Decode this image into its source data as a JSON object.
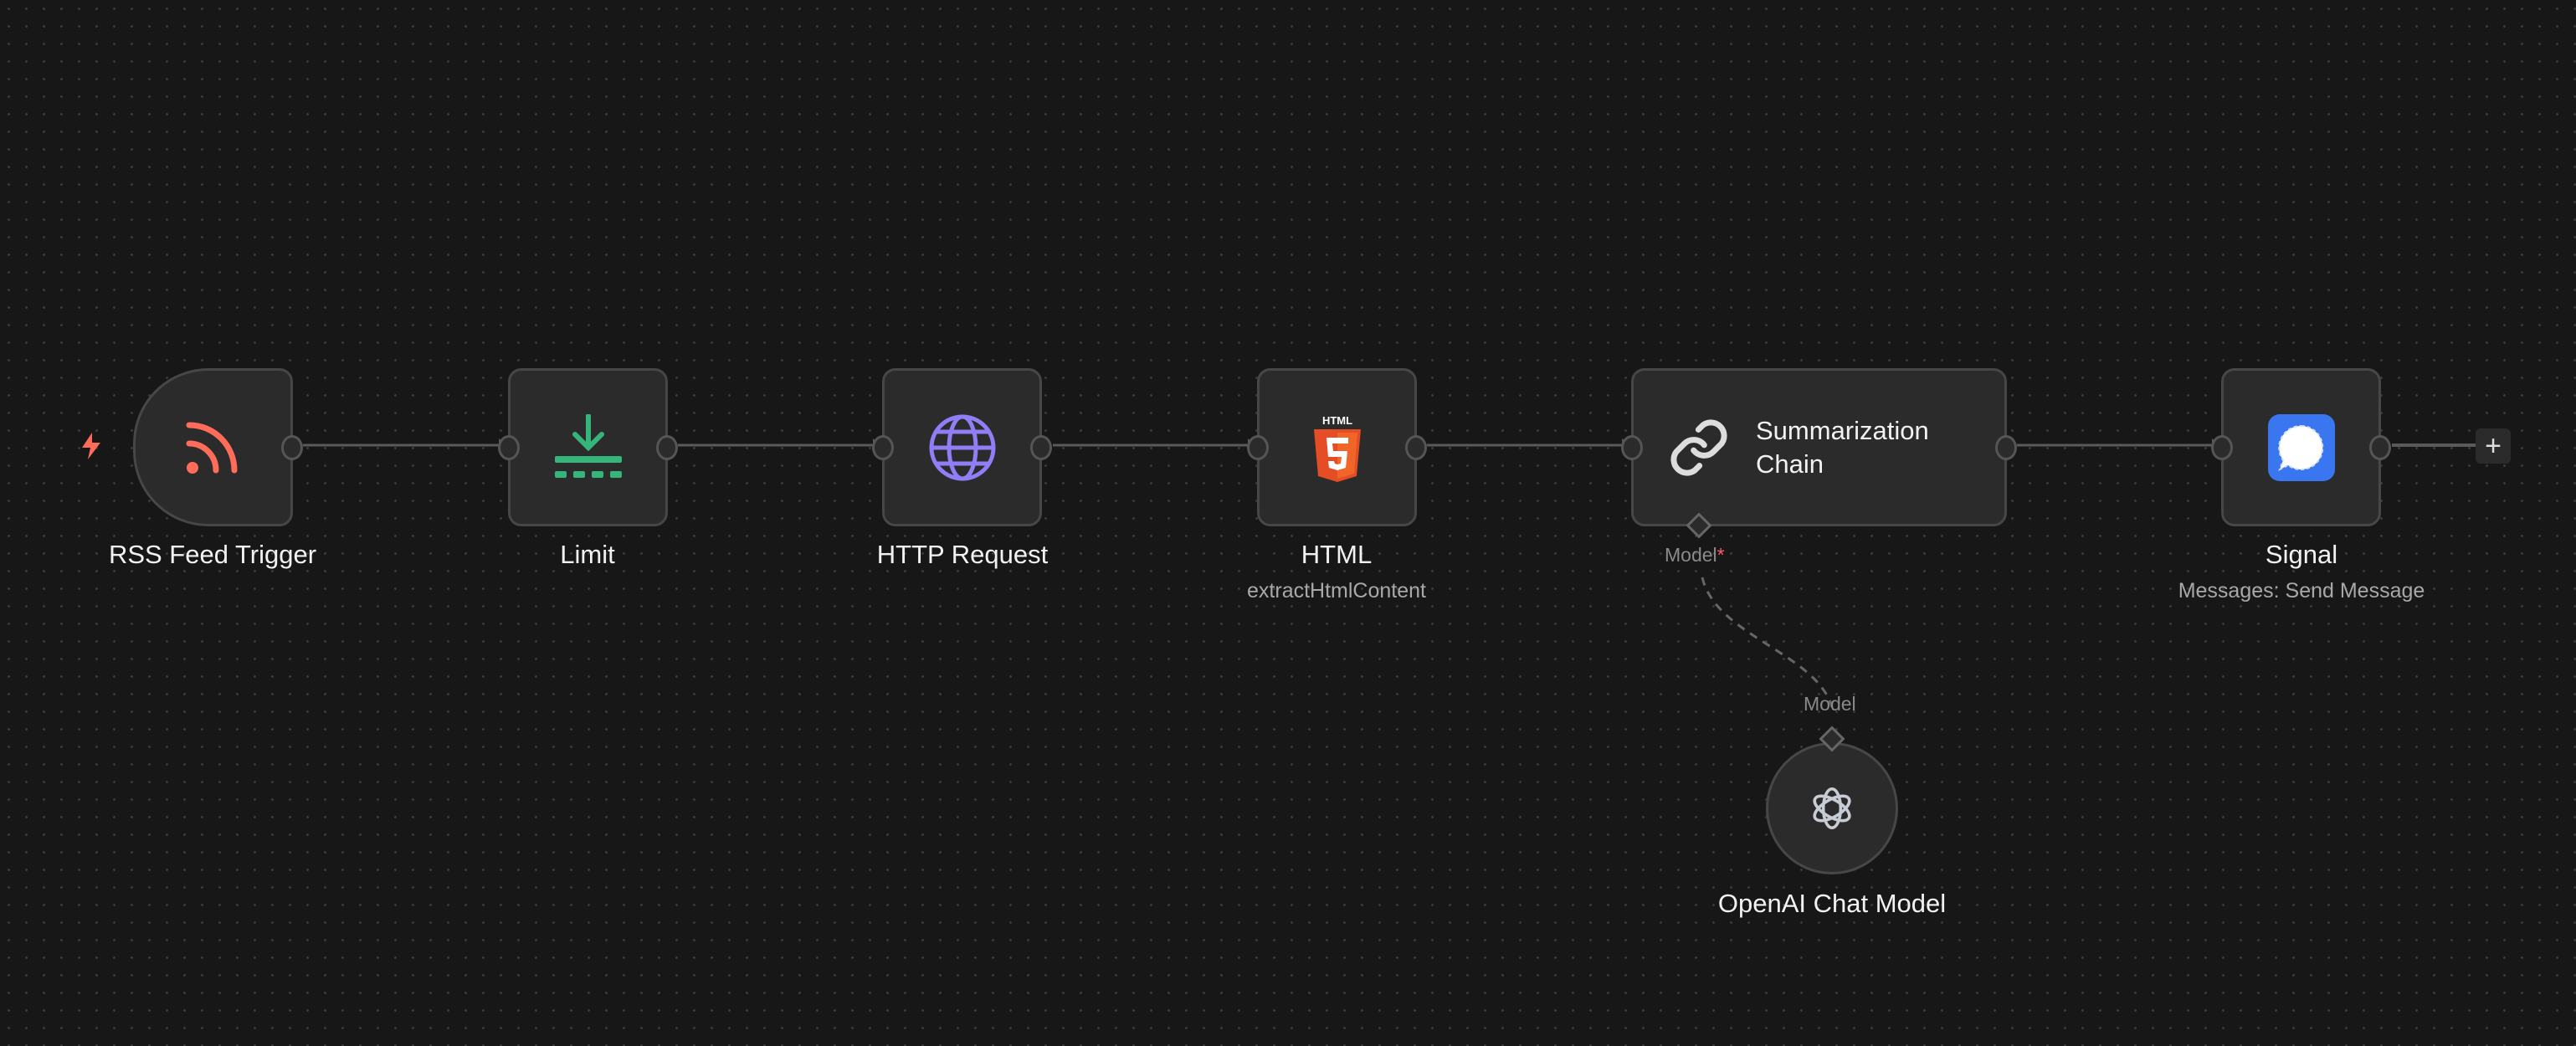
{
  "nodes": {
    "rss": {
      "label": "RSS Feed Trigger",
      "icon": "rss-icon",
      "color": "#ff6d5a"
    },
    "limit": {
      "label": "Limit",
      "icon": "limit-icon",
      "color": "#35b57a"
    },
    "http": {
      "label": "HTTP Request",
      "icon": "globe-icon",
      "color": "#8f7ef5"
    },
    "html": {
      "label": "HTML",
      "subtitle": "extractHtmlContent",
      "icon": "html5-icon",
      "color": "#e44d26"
    },
    "summarization": {
      "label_line1": "Summarization",
      "label_line2": "Chain",
      "icon": "link-icon",
      "port_label": "Model",
      "required_mark": "*"
    },
    "signal": {
      "label": "Signal",
      "subtitle": "Messages: Send Message",
      "icon": "signal-icon",
      "color": "#3a76f0"
    },
    "openai": {
      "label": "OpenAI Chat Model",
      "port_label": "Model",
      "icon": "openai-icon"
    }
  },
  "add_button": "+"
}
